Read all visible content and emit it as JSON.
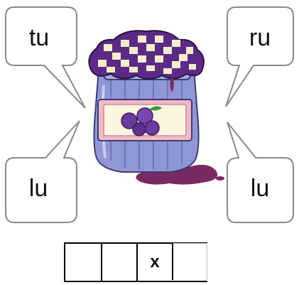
{
  "bubbles": {
    "top_left": "tu",
    "top_right": "ru",
    "bottom_left": "lu",
    "bottom_right": "lu"
  },
  "answer": {
    "cells": [
      "",
      "",
      "x",
      ""
    ]
  },
  "colors": {
    "jar_glass": "#8f97d6",
    "lid_purple": "#5b2a86",
    "lid_light": "#f3edc9",
    "label_pink": "#f2b8c6",
    "label_cream": "#fbf6df",
    "berry": "#6b3a9e",
    "jam_spill": "#7a2a62"
  }
}
